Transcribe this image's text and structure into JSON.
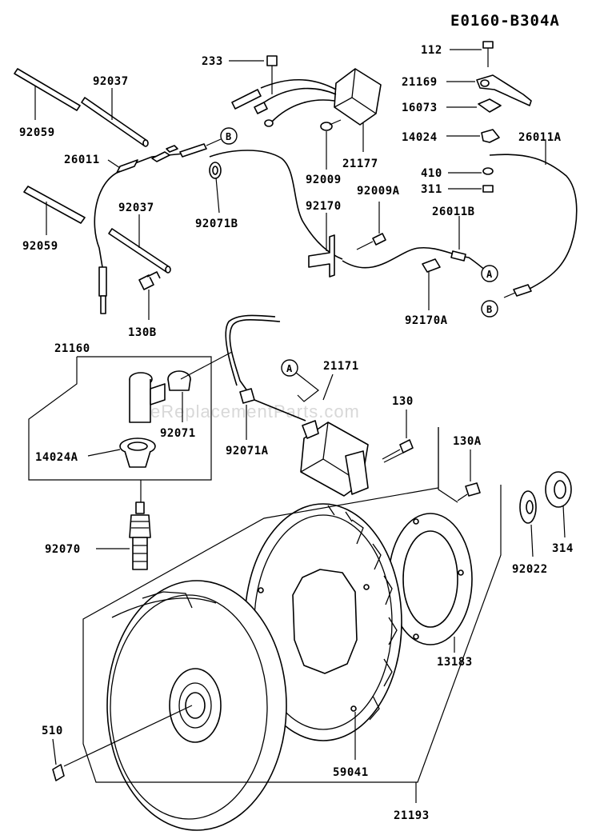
{
  "diagram_code": "E0160-B304A",
  "watermark": "eReplacementParts.com",
  "connectors": {
    "a": "A",
    "b": "B"
  },
  "labels": {
    "p233": "233",
    "p92037_top": "92037",
    "p92059_top": "92059",
    "p26011": "26011",
    "p92037_mid": "92037",
    "p92059_mid": "92059",
    "p92071B": "92071B",
    "p130B": "130B",
    "p21177": "21177",
    "p92009": "92009",
    "p92009A": "92009A",
    "p92170": "92170",
    "p26011B": "26011B",
    "p92170A": "92170A",
    "p112": "112",
    "p21169": "21169",
    "p16073": "16073",
    "p14024": "14024",
    "p26011A": "26011A",
    "p410": "410",
    "p311": "311",
    "p21160": "21160",
    "p14024A": "14024A",
    "p92071": "92071",
    "p92071A": "92071A",
    "p21171": "21171",
    "p130": "130",
    "p130A": "130A",
    "p92070": "92070",
    "p92022": "92022",
    "p314": "314",
    "p13183": "13183",
    "p510": "510",
    "p59041": "59041",
    "p21193": "21193"
  }
}
